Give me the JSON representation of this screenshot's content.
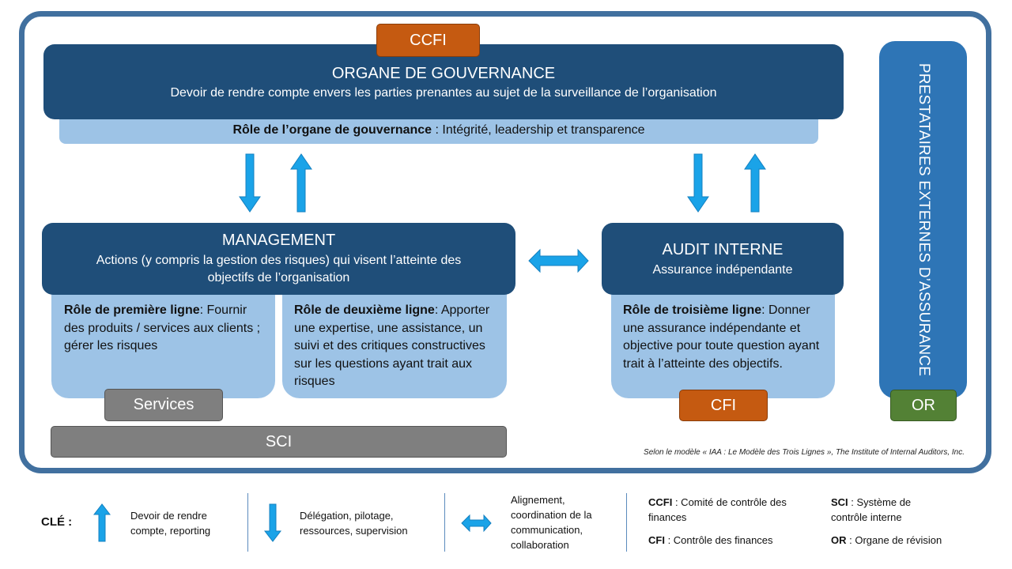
{
  "governance": {
    "badge": "CCFI",
    "title": "ORGANE DE GOUVERNANCE",
    "subtitle": "Devoir de rendre compte envers les parties prenantes au sujet de la surveillance de l’organisation",
    "role_label": "Rôle de l’organe de gouvernance",
    "role_text": " : Intégrité, leadership et transparence"
  },
  "management": {
    "title": "MANAGEMENT",
    "subtitle": "Actions (y compris la gestion des risques) qui visent l’atteinte des objectifs de l’organisation",
    "first_line_label": "Rôle de première ligne",
    "first_line_text": ": Fournir des produits / services aux clients ; gérer les risques",
    "second_line_label": "Rôle de deuxième ligne",
    "second_line_text": ": Apporter une expertise, une assistance, un suivi et des critiques constructives sur les questions ayant trait aux risques",
    "services_badge": "Services",
    "sci_bar": "SCI"
  },
  "audit": {
    "title": "AUDIT INTERNE",
    "subtitle": "Assurance indépendante",
    "third_line_label": "Rôle de troisième ligne",
    "third_line_text": ": Donner une assurance indépendante et objective pour toute question ayant trait à l’atteinte des objectifs.",
    "badge": "CFI"
  },
  "external": {
    "title": "PRESTATAIRES EXTERNES D’ASSURANCE",
    "badge": "OR"
  },
  "credit": "Selon le modèle « IAA : Le Modèle des Trois Lignes », The Institute of Internal Auditors, Inc.",
  "legend": {
    "key_label": "CLÉ :",
    "up_arrow_text": "Devoir de rendre compte, reporting",
    "down_arrow_text": "Délégation, pilotage, ressources, supervision",
    "double_arrow_text": "Alignement, coordination de la communication, collaboration",
    "abbreviations": [
      {
        "abbr": "CCFI",
        "meaning": " : Comité de contrôle des finances"
      },
      {
        "abbr": "CFI",
        "meaning": " : Contrôle des finances"
      },
      {
        "abbr": "SCI",
        "meaning": " : Système de contrôle interne"
      },
      {
        "abbr": "OR",
        "meaning": " : Organe de révision"
      }
    ]
  },
  "colors": {
    "frame": "#41709f",
    "dark_box": "#1f4e79",
    "light_box": "#9dc3e6",
    "external_box": "#2e75b6",
    "orange_badge": "#c55a11",
    "grey_badge": "#7f7f7f",
    "green_badge": "#538135",
    "arrow": "#1aa3e8"
  }
}
